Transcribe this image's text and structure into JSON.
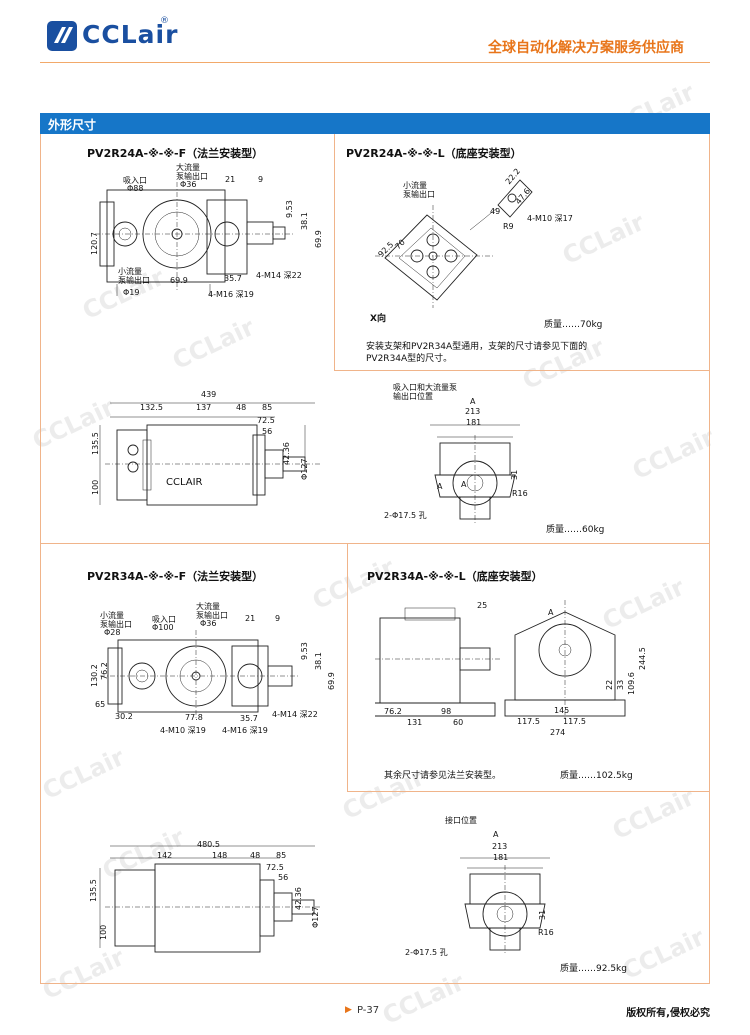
{
  "header": {
    "logo_text": "CCLair",
    "logo_reg": "®",
    "slogan": "全球自动化解决方案服务供应商"
  },
  "section": {
    "title": "外形尺寸"
  },
  "panel1": {
    "title": "PV2R24A-※-※-F（法兰安装型）",
    "labels": [
      "吸入口",
      "Φ88",
      "大流量",
      "泵输出口",
      "Φ36",
      "21",
      "9",
      "120.7",
      "小流量",
      "泵输出口",
      "Φ19",
      "69.9",
      "35.7",
      "4-M14 深22",
      "4-M16 深19",
      "9.53",
      "38.1",
      "69.9"
    ]
  },
  "panel2": {
    "title": "PV2R24A-※-※-L（底座安装型）",
    "labels": [
      "小流量",
      "泵输出口",
      "22.2",
      "47.6",
      "49",
      "R9",
      "4-M10 深17",
      "92.5",
      "70",
      "X向"
    ],
    "weight": "质量……70kg",
    "note_line1": "安装支架和PV2R34A型通用，支架的尺寸请参见下面的",
    "note_line2": "PV2R34A型的尺寸。"
  },
  "panel3": {
    "labels": [
      "439",
      "132.5",
      "137",
      "48",
      "85",
      "72.5",
      "56",
      "135.5",
      "100",
      "42.36",
      "Φ127",
      "CCLAIR"
    ]
  },
  "panel4": {
    "labels": [
      "吸入口和大流量泵",
      "输出口位置",
      "A",
      "213",
      "181",
      "31",
      "R16",
      "2-Φ17.5 孔",
      "A",
      "A"
    ],
    "weight": "质量……60kg"
  },
  "panel5": {
    "title": "PV2R34A-※-※-F（法兰安装型）",
    "labels": [
      "小流量",
      "泵输出口",
      "Φ28",
      "吸入口",
      "Φ100",
      "大流量",
      "泵输出口",
      "Φ36",
      "21",
      "9",
      "130.2",
      "76.2",
      "65",
      "30.2",
      "77.8",
      "4-M10 深19",
      "4-M16 深19",
      "35.7",
      "4-M14 深22",
      "9.53",
      "38.1",
      "69.9"
    ]
  },
  "panel6": {
    "title": "PV2R34A-※-※-L（底座安装型）",
    "labels": [
      "25",
      "A",
      "76.2",
      "98",
      "131",
      "60",
      "145",
      "117.5",
      "117.5",
      "274",
      "22",
      "33",
      "109.6",
      "244.5"
    ],
    "note": "其余尺寸请参见法兰安装型。",
    "weight": "质量……102.5kg"
  },
  "panel7": {
    "labels": [
      "480.5",
      "142",
      "148",
      "48",
      "85",
      "72.5",
      "56",
      "135.5",
      "100",
      "42.36",
      "Φ127"
    ]
  },
  "panel8": {
    "labels": [
      "接口位置",
      "A",
      "213",
      "181",
      "31",
      "R16",
      "2-Φ17.5 孔"
    ],
    "weight": "质量……92.5kg"
  },
  "footer": {
    "page": "P-37",
    "copyright": "版权所有,侵权必究"
  }
}
